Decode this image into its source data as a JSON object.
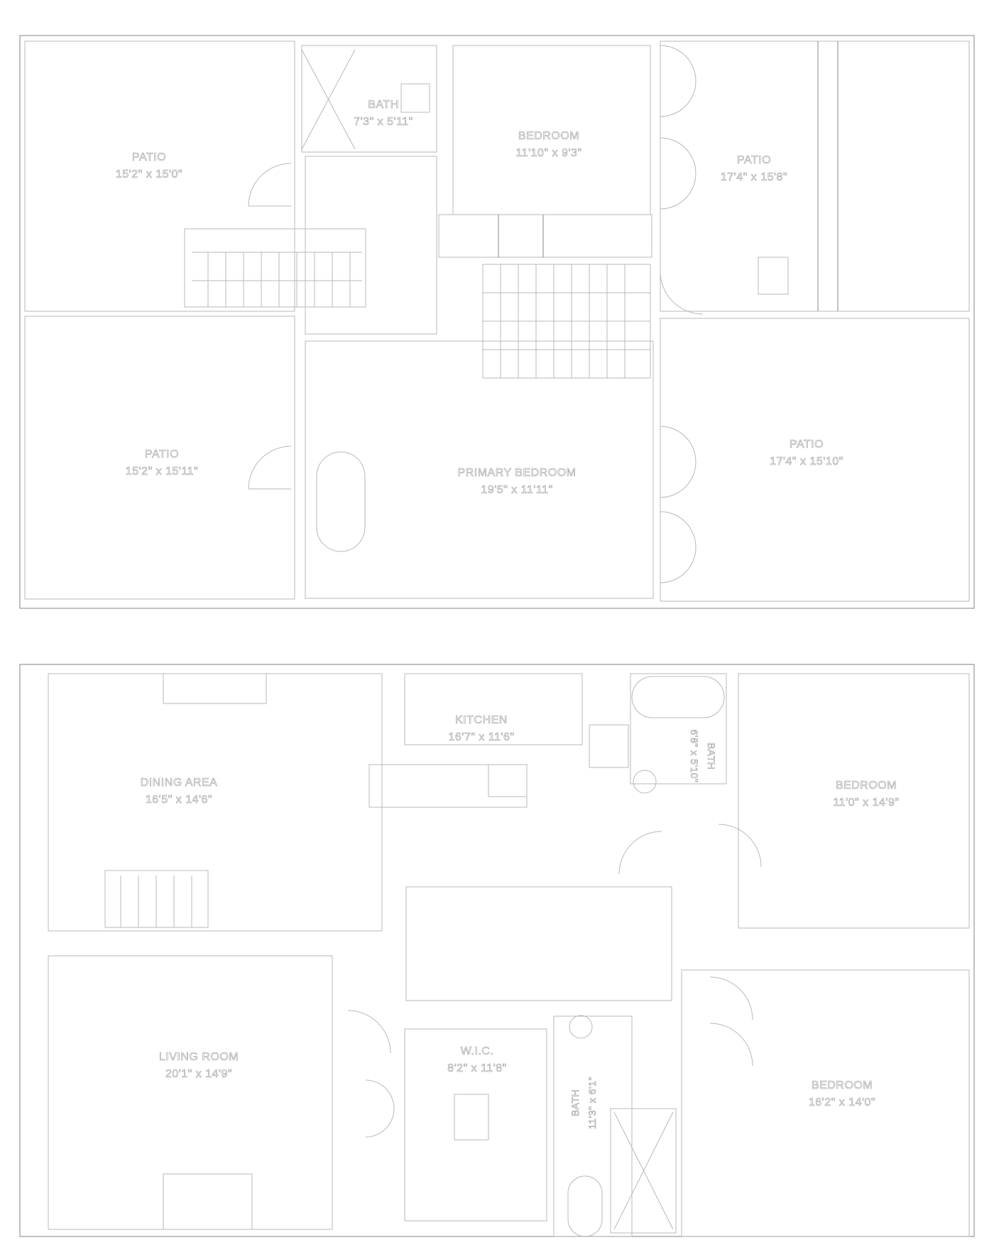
{
  "upper_floor": {
    "rooms": [
      {
        "name": "PATIO",
        "dims": "15'2\" x 15'0\""
      },
      {
        "name": "BATH",
        "dims": "7'3\" x 5'11\""
      },
      {
        "name": "BEDROOM",
        "dims": "11'10\" x 9'3\""
      },
      {
        "name": "PATIO",
        "dims": "17'4\" x 15'8\""
      },
      {
        "name": "PATIO",
        "dims": "15'2\" x 15'11\""
      },
      {
        "name": "PRIMARY BEDROOM",
        "dims": "19'5\" x 11'11\""
      },
      {
        "name": "PATIO",
        "dims": "17'4\" x 15'10\""
      }
    ]
  },
  "lower_floor": {
    "rooms": [
      {
        "name": "KITCHEN",
        "dims": "16'7\" x 11'6\""
      },
      {
        "name": "DINING AREA",
        "dims": "16'5\" x 14'6\""
      },
      {
        "name": "BATH",
        "dims": "6'8\" x 5'10\""
      },
      {
        "name": "BEDROOM",
        "dims": "11'0\" x 14'9\""
      },
      {
        "name": "LIVING ROOM",
        "dims": "20'1\" x 14'9\""
      },
      {
        "name": "W.I.C.",
        "dims": "8'2\" x 11'8\""
      },
      {
        "name": "BATH",
        "dims": "11'3\" x 6'1\""
      },
      {
        "name": "BEDROOM",
        "dims": "16'2\" x 14'0\""
      }
    ]
  }
}
